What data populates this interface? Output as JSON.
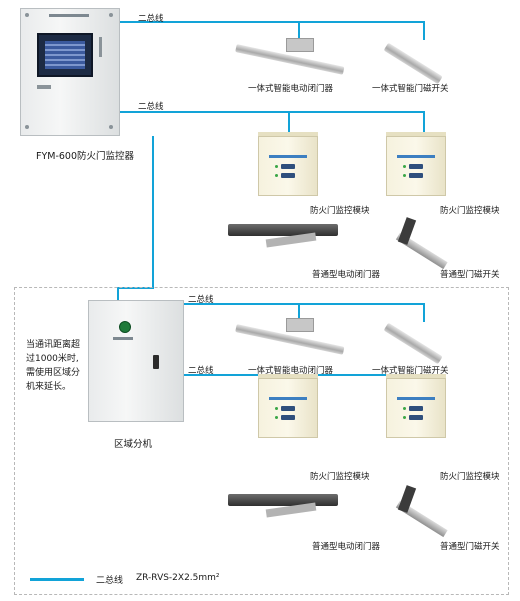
{
  "colors": {
    "bus": "#12a3d8",
    "dash": "#b8b8b8"
  },
  "bus": {
    "label_top1": "二总线",
    "label_top2": "二总线",
    "label_low1": "二总线",
    "label_low2": "二总线"
  },
  "controller": {
    "name": "FYM-600防火门监控器"
  },
  "sub_unit": {
    "name": "区域分机",
    "note": [
      "当通讯距离超",
      "过1000米时,",
      "需使用区域分",
      "机来延长。"
    ]
  },
  "devices": {
    "smart_closer_1": "一体式智能电动闭门器",
    "smart_magnet_1": "一体式智能门磁开关",
    "module_1": "防火门监控模块",
    "module_2": "防火门监控模块",
    "closer_1": "普通型电动闭门器",
    "magnet_1": "普通型门磁开关",
    "smart_closer_2": "一体式智能电动闭门器",
    "smart_magnet_2": "一体式智能门磁开关",
    "module_3": "防火门监控模块",
    "module_4": "防火门监控模块",
    "closer_2": "普通型电动闭门器",
    "magnet_2": "普通型门磁开关"
  },
  "legend": {
    "label": "二总线",
    "cable": "ZR-RVS-2X2.5mm²"
  }
}
